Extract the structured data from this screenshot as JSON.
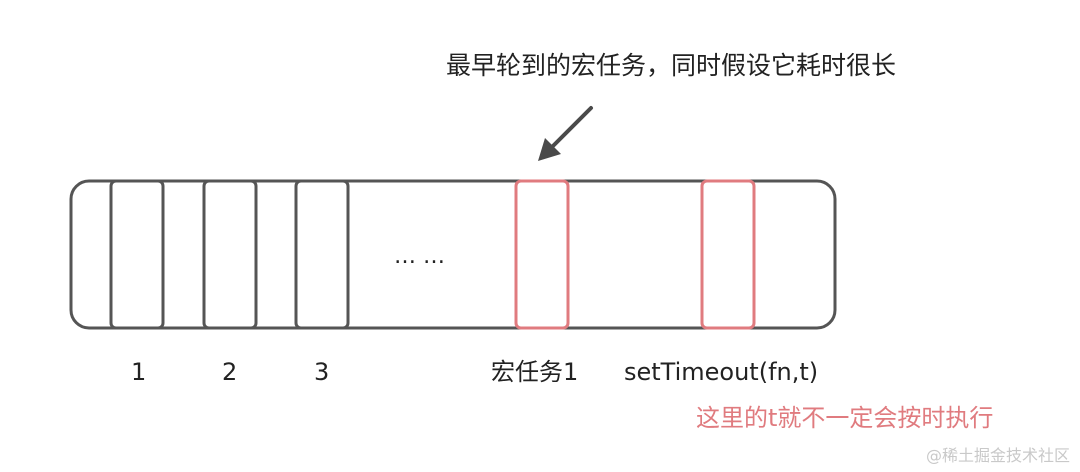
{
  "annotation_text": "最早轮到的宏任务，同时假设它耗时很长",
  "ellipsis_text": "… …",
  "slot_labels": {
    "slot1": "1",
    "slot2": "2",
    "slot3": "3",
    "macro_task": "宏任务1",
    "timer": "setTimeout(fn,t)"
  },
  "note_text": "这里的t就不一定会按时执行",
  "watermark_text": "@稀土掘金技术社区",
  "colors": {
    "outline": "#555555",
    "highlight": "#e07b7f",
    "note": "#e07b7f",
    "arrow": "#4a4a4a",
    "text": "#222222"
  }
}
